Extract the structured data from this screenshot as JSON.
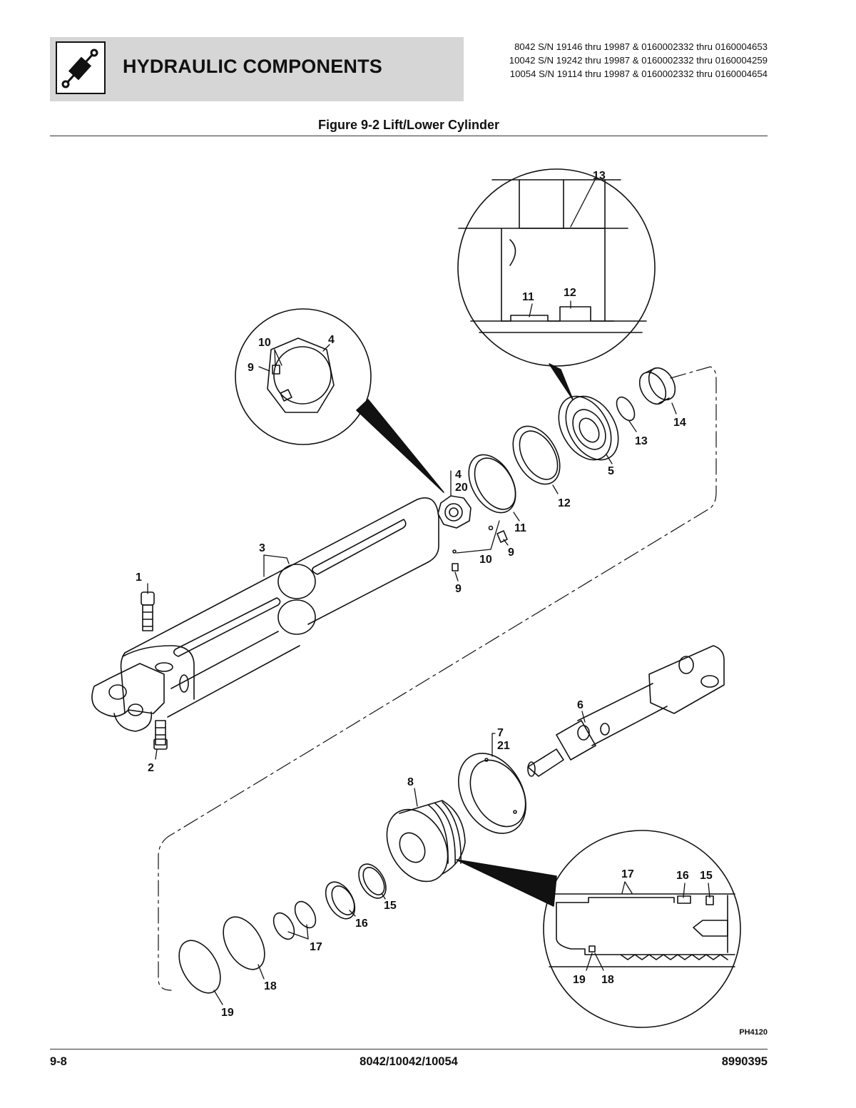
{
  "header": {
    "section_title": "HYDRAULIC COMPONENTS",
    "serial_lines": [
      "8042 S/N 19146 thru 19987 & 0160002332 thru 0160004653",
      "10042 S/N 19242 thru 19987 & 0160002332 thru 0160004259",
      "10054 S/N 19114 thru 19987 & 0160002332 thru 0160004654"
    ]
  },
  "figure": {
    "title": "Figure 9-2 Lift/Lower Cylinder",
    "drawing_code": "PH4120",
    "callouts": {
      "c1": "1",
      "c2": "2",
      "c3": "3",
      "c4": "4",
      "c4b": "4",
      "c20": "20",
      "c5": "5",
      "c6": "6",
      "c7": "7",
      "c21": "21",
      "c8": "8",
      "c9a": "9",
      "c9b": "9",
      "c9c": "9",
      "c10a": "10",
      "c10b": "10",
      "c11a": "11",
      "c11b": "11",
      "c12a": "12",
      "c12b": "12",
      "c13a": "13",
      "c13b": "13",
      "c14": "14",
      "c15a": "15",
      "c15b": "15",
      "c16a": "16",
      "c16b": "16",
      "c17a": "17",
      "c17b": "17",
      "c18a": "18",
      "c18b": "18",
      "c19a": "19",
      "c19b": "19"
    }
  },
  "footer": {
    "page_number": "9-8",
    "models": "8042/10042/10054",
    "doc_number": "8990395"
  }
}
